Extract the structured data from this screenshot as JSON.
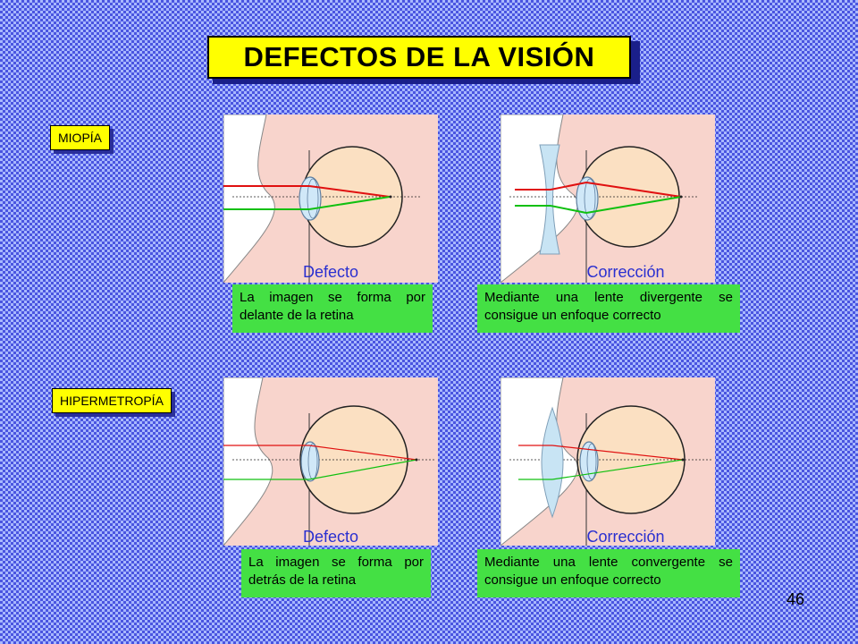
{
  "slide": {
    "title": "DEFECTOS DE LA VISIÓN",
    "page_number": "46"
  },
  "sections": {
    "myopia": {
      "label": "MIOPÍA",
      "defect_caption": "Defecto",
      "correction_caption": "Corrección",
      "defect_note": "La imagen se forma por delante de la retina",
      "correction_note": "Mediante una lente divergente se consigue un enfoque correcto"
    },
    "hyperopia": {
      "label": "HIPERMETROPÍA",
      "defect_caption": "Defecto",
      "correction_caption": "Corrección",
      "defect_note": "La imagen se forma por detrás de la retina",
      "correction_note": "Mediante una lente convergente se consigue un enfoque correcto"
    }
  },
  "colors": {
    "background": "#4a55e0",
    "title_box": "#ffff00",
    "note_box": "#44e044",
    "caption_text": "#2a2fd0",
    "skin": "#f8d4cc",
    "eyeball": "#fbe0c2",
    "ray_top": "#e01010",
    "ray_bottom": "#10c010",
    "lens": "#c8e4f4"
  }
}
